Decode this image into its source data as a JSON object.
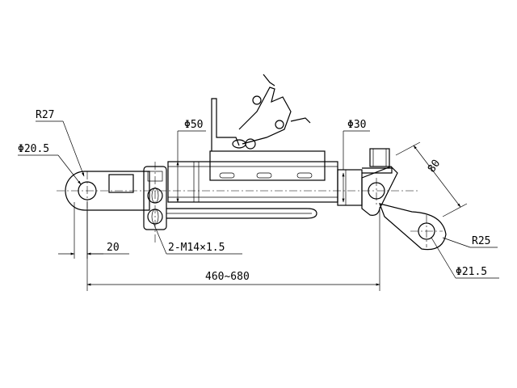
{
  "labels": {
    "r27": "R27",
    "d20_5_left": "Φ20.5",
    "d50": "Φ50",
    "d30": "Φ30",
    "dim_80": "80",
    "dim_20": "20",
    "thread": "2-M14×1.5",
    "length": "460~680",
    "r25": "R25",
    "d21_5": "Φ21.5"
  },
  "colors": {
    "line": "#000000",
    "background": "#ffffff"
  }
}
